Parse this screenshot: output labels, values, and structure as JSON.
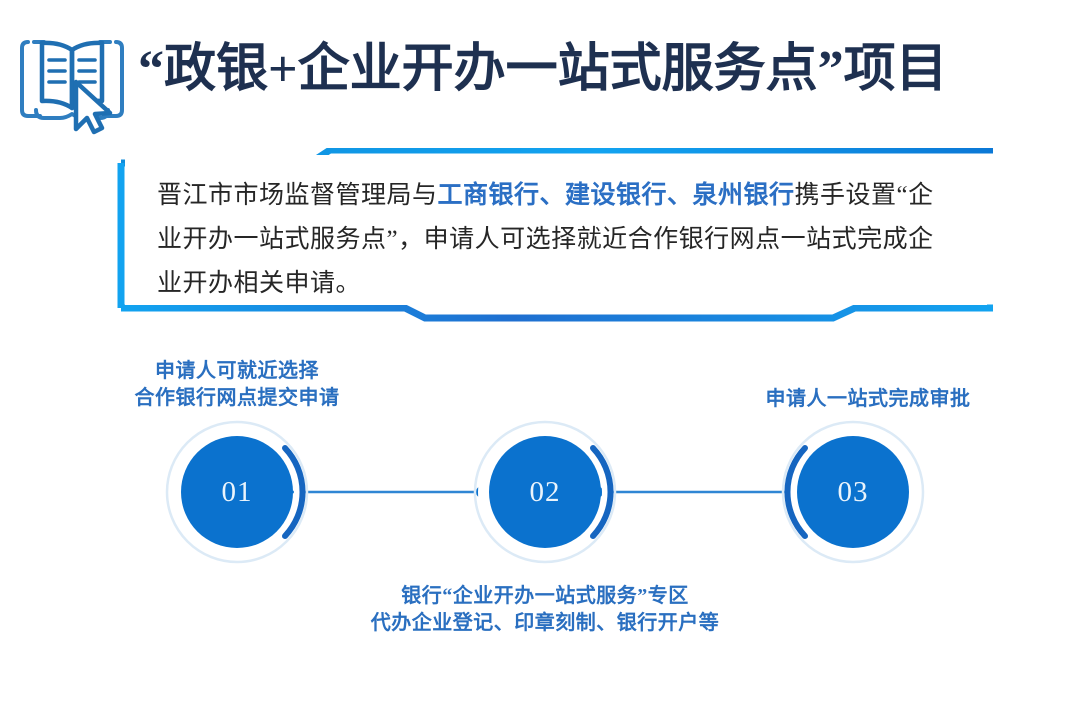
{
  "slide": {
    "title": "“政银+企业开办一站式服务点”项目",
    "icon": "open-book-with-cursor-icon"
  },
  "callout": {
    "text_before": "晋江市市场监督管理局与",
    "banks": "工商银行、建设银行、泉州银行",
    "text_after": "携手设置“企业开办一站式服务点”，申请人可选择就近合作银行网点一站式完成企业开办相关申请。"
  },
  "flow": {
    "steps": [
      {
        "number": "01",
        "caption": "申请人可就近选择\n合作银行网点提交申请",
        "caption_position": "above"
      },
      {
        "number": "02",
        "caption": "银行“企业开办一站式服务”专区\n代办企业登记、印章刻制、银行开户等",
        "caption_position": "below"
      },
      {
        "number": "03",
        "caption": "申请人一站式完成审批",
        "caption_position": "above"
      }
    ]
  },
  "colors": {
    "title_navy": "#1e3050",
    "accent_blue": "#0b72ce",
    "bright_blue": "#12a3f0",
    "caption_blue": "#2a6fc0",
    "bank_blue": "#2b6fc4",
    "ring_light": "#dceaf6",
    "body_text": "#262626",
    "background": "#ffffff"
  }
}
